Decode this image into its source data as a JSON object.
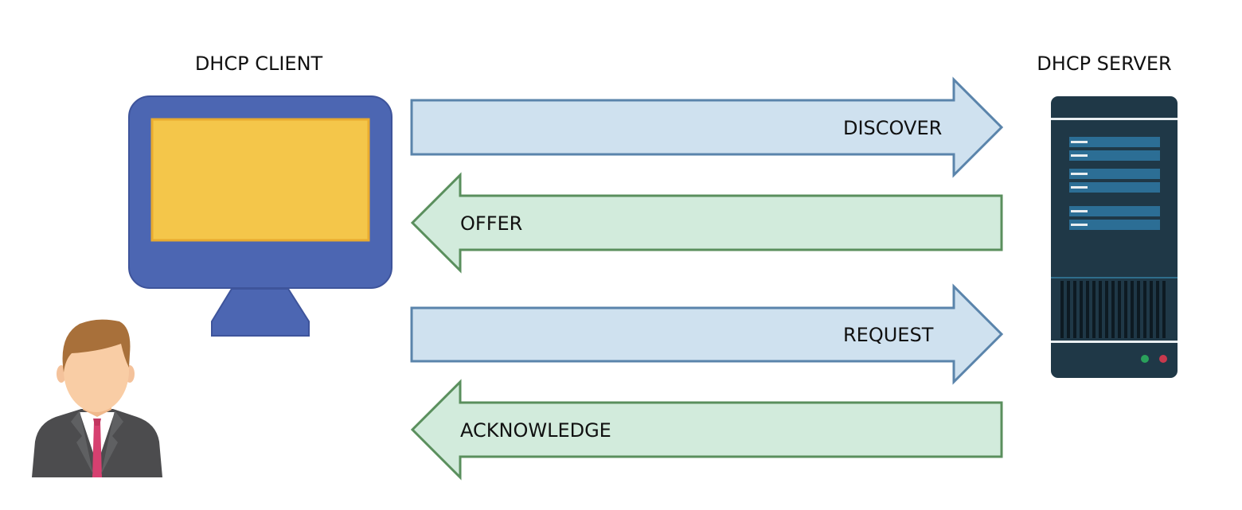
{
  "client": {
    "label": "DHCP CLIENT"
  },
  "server": {
    "label": "DHCP SERVER"
  },
  "messages": [
    {
      "label": "DISCOVER",
      "direction": "client-to-server",
      "color": "blue"
    },
    {
      "label": "OFFER",
      "direction": "server-to-client",
      "color": "green"
    },
    {
      "label": "REQUEST",
      "direction": "client-to-server",
      "color": "blue"
    },
    {
      "label": "ACKNOWLEDGE",
      "direction": "server-to-client",
      "color": "green"
    }
  ],
  "colors": {
    "blue_fill": "#cfe1ef",
    "blue_stroke": "#5a84ab",
    "green_fill": "#d2ebdc",
    "green_stroke": "#5a8f5d",
    "monitor": "#4c66b2",
    "screen": "#f4c64a",
    "server_body": "#1f3847"
  },
  "icons": {
    "client_computer": "monitor-icon",
    "user": "businessman-icon",
    "server": "server-tower-icon"
  }
}
